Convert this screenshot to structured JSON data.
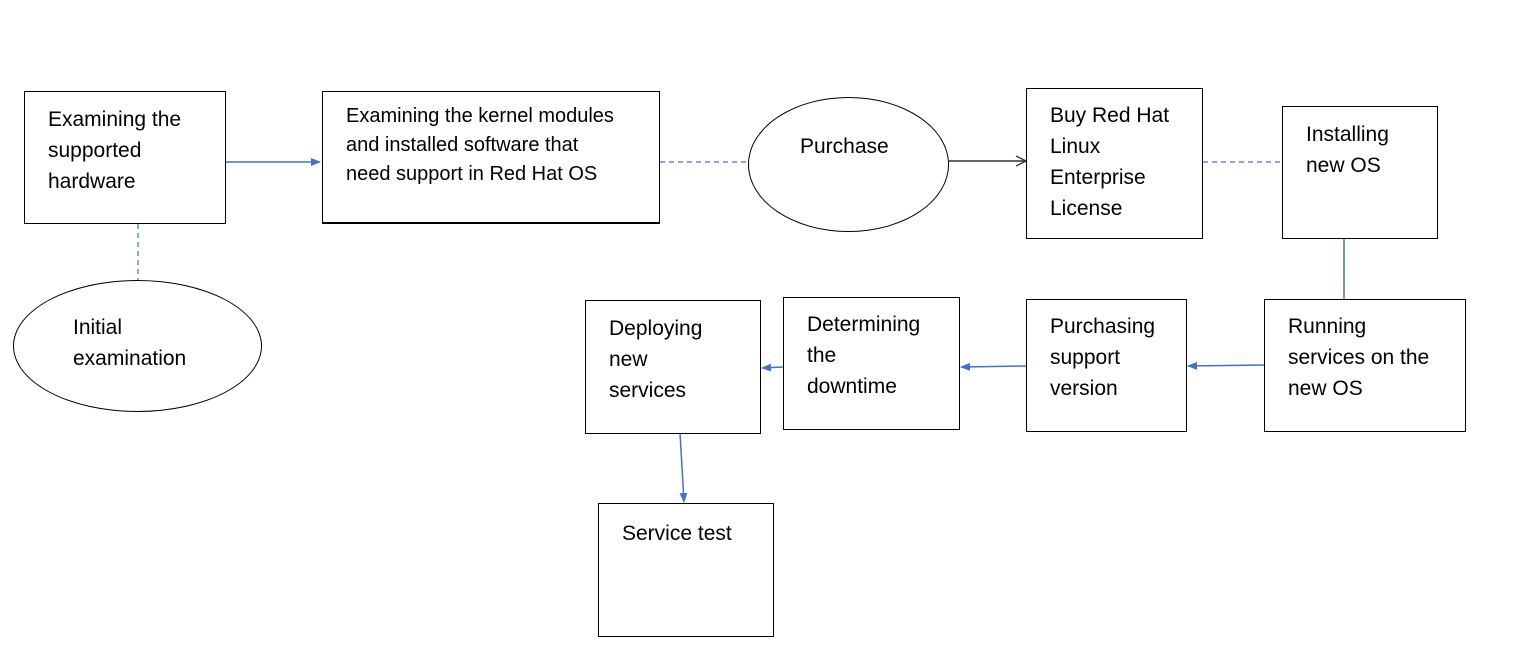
{
  "colors": {
    "background": "#ffffff",
    "box_border": "#000000",
    "text": "#000000",
    "connector_blue": "#4472c4",
    "connector_dark": "#333333"
  },
  "nodes": {
    "examining_hardware": "Examining the\nsupported\nhardware",
    "examining_kernel": "Examining the kernel modules\nand installed software that\nneed support in Red Hat OS",
    "purchase": "Purchase",
    "buy_license": "Buy Red Hat\nLinux\nEnterprise\nLicense",
    "installing_os": "Installing\nnew OS",
    "initial_examination": "Initial\nexamination",
    "running_services": "Running\nservices on the\nnew OS",
    "purchasing_support": "Purchasing\nsupport\nversion",
    "determining_downtime": "Determining\nthe\ndowntime",
    "deploying_services": "Deploying\nnew\nservices",
    "service_test": "Service test"
  },
  "connectors": [
    {
      "from": "examining_hardware",
      "to": "examining_kernel",
      "style": "solid-arrow"
    },
    {
      "from": "examining_kernel",
      "to": "purchase",
      "style": "dashed"
    },
    {
      "from": "purchase",
      "to": "buy_license",
      "style": "solid-arrow"
    },
    {
      "from": "buy_license",
      "to": "installing_os",
      "style": "dashed"
    },
    {
      "from": "examining_hardware",
      "to": "initial_examination",
      "style": "dashed"
    },
    {
      "from": "installing_os",
      "to": "running_services",
      "style": "solid"
    },
    {
      "from": "running_services",
      "to": "purchasing_support",
      "style": "solid-arrow"
    },
    {
      "from": "purchasing_support",
      "to": "determining_downtime",
      "style": "solid-arrow"
    },
    {
      "from": "determining_downtime",
      "to": "deploying_services",
      "style": "solid-arrow"
    },
    {
      "from": "deploying_services",
      "to": "service_test",
      "style": "solid-arrow"
    }
  ]
}
